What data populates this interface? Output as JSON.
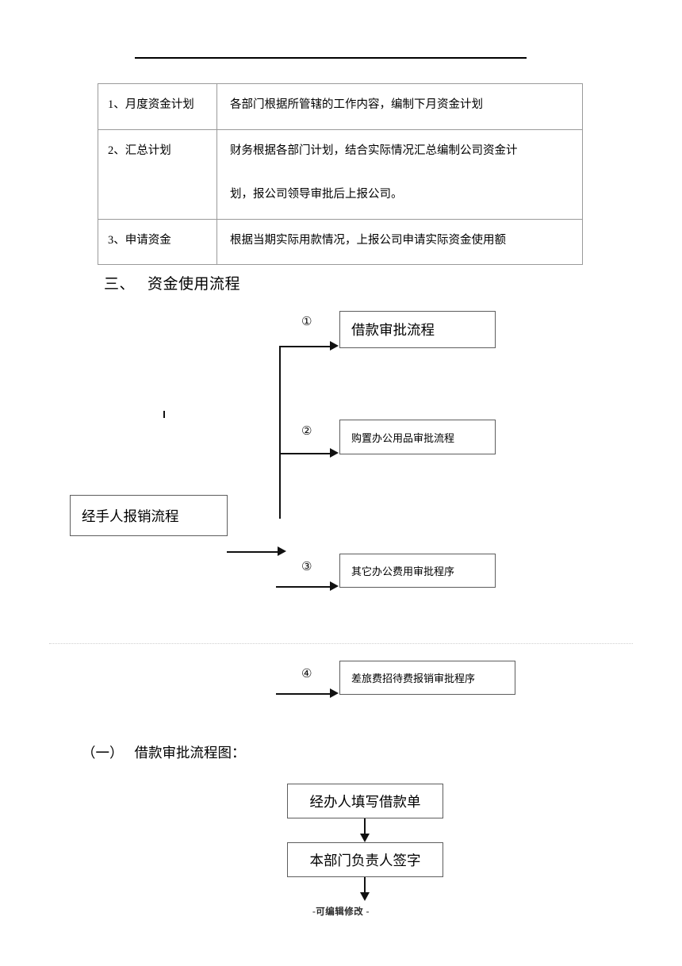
{
  "document": {
    "footer_note": "-可编辑修改 -"
  },
  "plan_table": {
    "rows": [
      {
        "label": "1、月度资金计划",
        "lines": [
          "各部门根据所管辖的工作内容，编制下月资金计划"
        ]
      },
      {
        "label": "2、汇总计划",
        "lines": [
          "财务根据各部门计划，结合实际情况汇总编制公司资金计",
          "划，报公司领导审批后上报公司。"
        ]
      },
      {
        "label": "3、申请资金",
        "lines": [
          "根据当期实际用款情况，上报公司申请实际资金使用额"
        ]
      }
    ]
  },
  "section3": {
    "number": "三、",
    "title": "资金使用流程"
  },
  "flow_main": {
    "source_box": "经手人报销流程",
    "branches": [
      {
        "marker": "①",
        "label": "借款审批流程"
      },
      {
        "marker": "②",
        "label": "购置办公用品审批流程"
      },
      {
        "marker": "③",
        "label": "其它办公费用审批程序"
      },
      {
        "marker": "④",
        "label": "差旅费招待费报销审批程序"
      }
    ]
  },
  "subsection1": {
    "number": "（一）",
    "title": "借款审批流程图："
  },
  "flow_loan": {
    "steps": [
      "经办人填写借款单",
      "本部门负责人签字"
    ]
  }
}
